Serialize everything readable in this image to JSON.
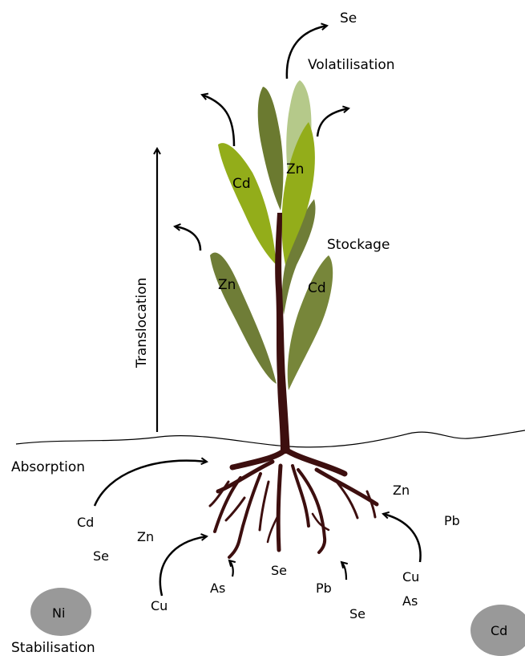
{
  "process_labels": {
    "volatilisation": "Volatilisation",
    "translocation": "Translocation",
    "stockage": "Stockage",
    "absorption": "Absorption",
    "stabilisation": "Stabilisation"
  },
  "volatilised_element": "Se",
  "leaf_labels": {
    "upper_left": "Cd",
    "upper_right": "Zn",
    "lower_left": "Zn",
    "lower_right": "Cd"
  },
  "soil_elements": {
    "left_cd": "Cd",
    "left_zn": "Zn",
    "left_se": "Se",
    "cu_bottom": "Cu",
    "as_bottom": "As",
    "se_middle": "Se",
    "pb_bottom": "Pb",
    "se_bottom": "Se",
    "zn_right": "Zn",
    "pb_right": "Pb",
    "cu_right": "Cu",
    "as_right": "As"
  },
  "stabilised_particles": {
    "left": "Ni",
    "right": "Cd"
  },
  "colors": {
    "stem_root": "#3d0f0f",
    "leaf_dark": "#6f7d37",
    "leaf_olive": "#7a8a3a",
    "leaf_bright": "#93ad1a",
    "leaf_pale": "#b5c98a",
    "particle": "#999999"
  }
}
